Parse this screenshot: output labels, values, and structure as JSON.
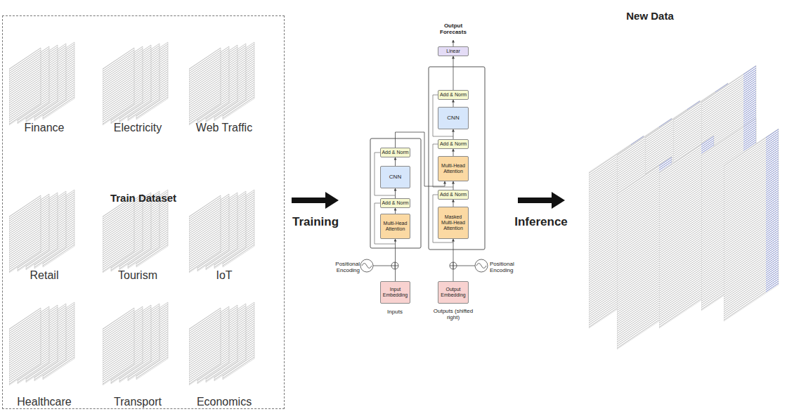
{
  "diagram": {
    "nodes": [
      {
        "text": [
          "Train Dataset"
        ]
      },
      {
        "text": [
          "Finance"
        ],
        "in": 0
      },
      {
        "text": [
          "Electricity"
        ],
        "in": 0
      },
      {
        "text": [
          "Web Traffic"
        ],
        "in": 0
      },
      {
        "text": [
          "Retail"
        ],
        "in": 0
      },
      {
        "text": [
          "Tourism"
        ],
        "in": 0
      },
      {
        "text": [
          "IoT"
        ],
        "in": 0
      },
      {
        "text": [
          "Healthcare"
        ],
        "in": 0
      },
      {
        "text": [
          "Transport"
        ],
        "in": 0
      },
      {
        "text": [
          "Economics"
        ],
        "in": 0
      },
      {
        "text": [
          "Linear"
        ]
      },
      {
        "text": [
          "Add & Norm"
        ]
      },
      {
        "text": [
          "CNN"
        ]
      },
      {
        "text": [
          "Add & Norm"
        ]
      },
      {
        "text": [
          "Multi-Head Attention"
        ]
      },
      {
        "text": [
          "Add & Norm"
        ]
      },
      {
        "text": [
          "Masked Multi-Head Attention"
        ]
      },
      {
        "text": [
          "Add & Norm"
        ]
      },
      {
        "text": [
          "CNN"
        ]
      },
      {
        "text": [
          "Add & Norm"
        ]
      },
      {
        "text": [
          "Multi-Head Attention"
        ]
      },
      {
        "text": [
          "Input Embedding"
        ]
      },
      {
        "text": [
          "Output Embedding"
        ]
      }
    ],
    "edges": [
      {
        "from": 21,
        "to": 20,
        "arrow": "to"
      },
      {
        "from": 20,
        "to": 19,
        "arrow": "to"
      },
      {
        "from": 19,
        "to": 18,
        "arrow": "to"
      },
      {
        "from": 18,
        "to": 17,
        "arrow": "to"
      },
      {
        "from": 17,
        "to": 14,
        "arrow": "to"
      },
      {
        "from": 22,
        "to": 16,
        "arrow": "to"
      },
      {
        "from": 16,
        "to": 15,
        "arrow": "to"
      },
      {
        "from": 15,
        "to": 14,
        "arrow": "to"
      },
      {
        "from": 14,
        "to": 13,
        "arrow": "to"
      },
      {
        "from": 13,
        "to": 12,
        "arrow": "to"
      },
      {
        "from": 12,
        "to": 11,
        "arrow": "to"
      },
      {
        "from": 11,
        "to": 10,
        "arrow": "to"
      }
    ],
    "labels": [
      "Output Forecasts",
      "Positional Encoding",
      "Positional Encoding",
      "Inputs",
      "Outputs (shifted right)",
      "Training",
      "Inference",
      "New Data"
    ]
  }
}
